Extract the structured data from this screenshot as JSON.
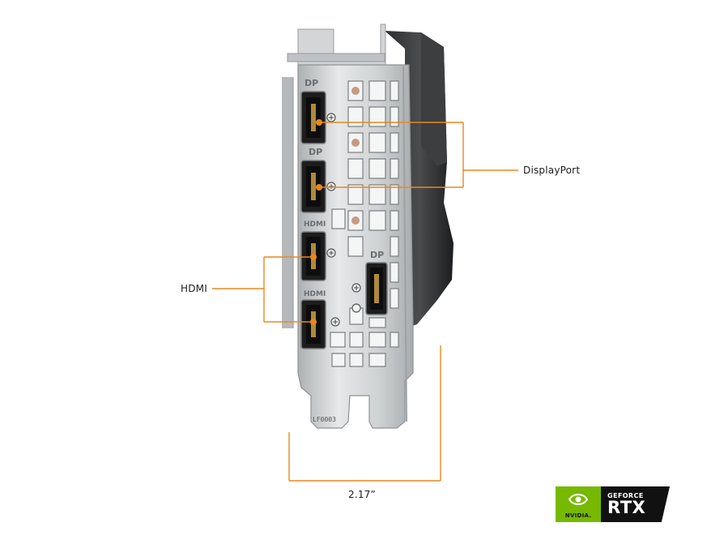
{
  "port_labels": {
    "dp_top": "DP",
    "dp_second": "DP",
    "hdmi_top": "HDMI",
    "hdmi_bottom": "HDMI",
    "dp_right": "DP"
  },
  "callouts": {
    "displayport": "DisplayPort",
    "hdmi": "HDMI",
    "width_measure": "2.17”"
  },
  "bracket_code": "LF0003",
  "badge": {
    "brand": "NVIDIA.",
    "line1": "GEFORCE",
    "line2": "RTX"
  },
  "colors": {
    "accent_orange": "#e8881f",
    "nvidia_green": "#76b900",
    "bracket_silver": "#c9ccce"
  }
}
